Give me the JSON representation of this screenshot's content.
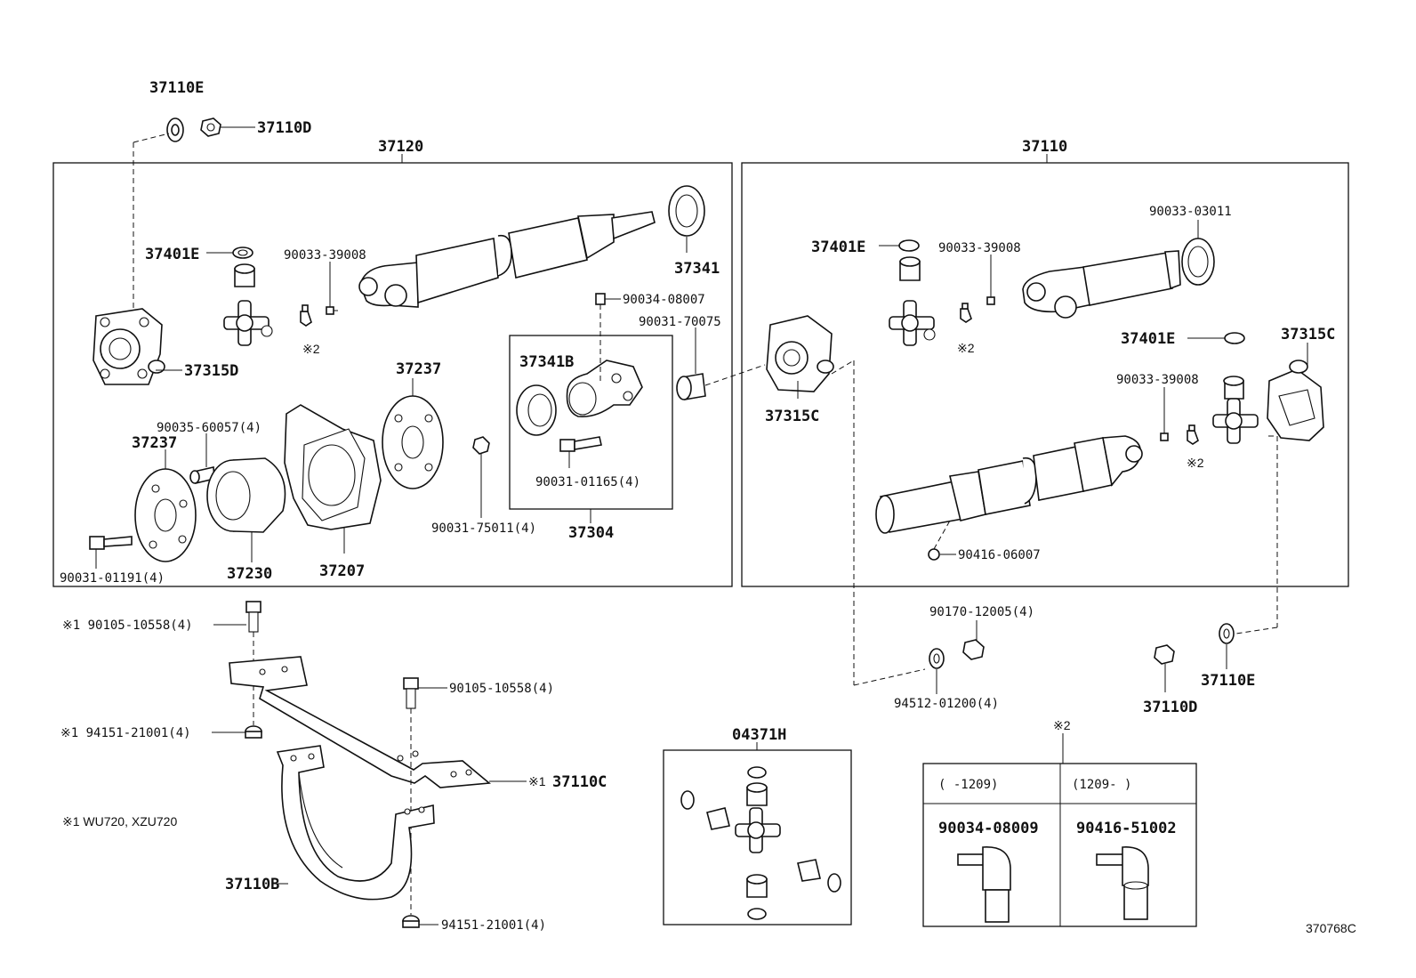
{
  "labels": {
    "l37110e_top": "37110E",
    "l37110d_top": "37110D",
    "l37120": "37120",
    "l37110": "37110",
    "l37401e_a": "37401E",
    "l90033_39008_a": "90033-39008",
    "l37341": "37341",
    "l90034_08007": "90034-08007",
    "l90031_70075": "90031-70075",
    "lnote2_a": "※2",
    "l37315d": "37315D",
    "l37341b": "37341B",
    "l37237_a": "37237",
    "l90035_60057": "90035-60057(4)",
    "l37237_b": "37237",
    "l90031_01165": "90031-01165(4)",
    "l90031_75011": "90031-75011(4)",
    "l37304": "37304",
    "l37230": "37230",
    "l37207": "37207",
    "l90031_01191": "90031-01191(4)",
    "l37401e_b": "37401E",
    "l90033_39008_b": "90033-39008",
    "l90033_03011": "90033-03011",
    "lnote2_b": "※2",
    "l37401e_c": "37401E",
    "l37315c_a": "37315C",
    "l37315c_b": "37315C",
    "l90033_39008_c": "90033-39008",
    "lnote2_c": "※2",
    "l90416_06007": "90416-06007",
    "l90170_12005": "90170-12005(4)",
    "l94512_01200": "94512-01200(4)",
    "l37110e_bot": "37110E",
    "l37110d_bot": "37110D",
    "l90105_10558_a": "※1 90105-10558(4)",
    "l90105_10558_b": "90105-10558(4)",
    "l94151_21001_a": "※1 94151-21001(4)",
    "l37110c": "37110C",
    "l37110c_mark": "※1",
    "lnote1": "※1 WU720, XZU720",
    "l37110b": "37110B",
    "l94151_21001_b": "94151-21001(4)",
    "l04371h": "04371H",
    "lnote2_table": "※2",
    "ref": "370768C"
  },
  "table": {
    "col1_header": "(     -1209)",
    "col2_header": "(1209-      )",
    "col1_part": "90034-08009",
    "col2_part": "90416-51002"
  },
  "colors": {
    "ink": "#111111",
    "paper": "#ffffff"
  }
}
